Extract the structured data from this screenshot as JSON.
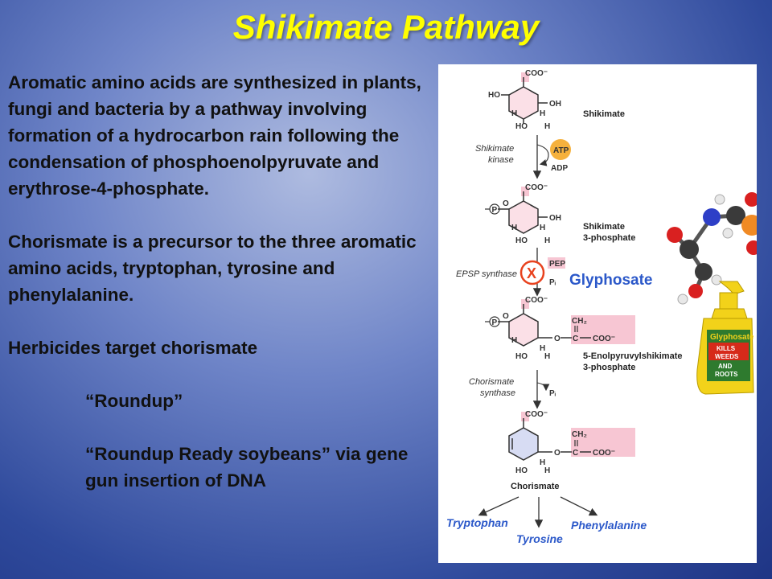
{
  "title": "Shikimate Pathway",
  "paragraphs": {
    "p1": "Aromatic amino acids are synthesized in plants, fungi and bacteria by a pathway involving formation of a hydrocarbon rain following the condensation of phosphoenolpyruvate and erythrose-4-phosphate.",
    "p2": "Chorismate is a precursor to the three aromatic amino acids, tryptophan, tyrosine and phenylalanine.",
    "p3": "Herbicides target chorismate",
    "p4": "“Roundup”",
    "p5": "“Roundup Ready soybeans” via gene gun insertion of DNA"
  },
  "diagram": {
    "groups": {
      "coo": "COO⁻",
      "ho": "HO",
      "oh": "OH",
      "h": "H",
      "p": "P",
      "o": "O",
      "c": "C",
      "ch2": "CH₂"
    },
    "compounds": {
      "shikimate": "Shikimate",
      "s3p_1": "Shikimate",
      "s3p_2": "3-phosphate",
      "epsp_1": "5-Enolpyruvylshikimate",
      "epsp_2": "3-phosphate",
      "chorismate": "Chorismate"
    },
    "enzymes": {
      "kinase_1": "Shikimate",
      "kinase_2": "kinase",
      "epsp_synthase": "EPSP synthase",
      "chor_1": "Chorismate",
      "chor_2": "synthase"
    },
    "cofactors": {
      "atp": "ATP",
      "adp": "ADP",
      "pep": "PEP",
      "pi": "Pᵢ",
      "inhibit": "X"
    },
    "inhibitor": "Glyphosate",
    "products": [
      "Tryptophan",
      "Tyrosine",
      "Phenylalanine"
    ],
    "bottle": {
      "brand": "Glyphosate",
      "tag1": "KILLS",
      "tag2": "WEEDS",
      "tag3": "AND",
      "tag4": "ROOTS"
    }
  },
  "colors": {
    "title": "#ffff00",
    "highlight": "#f7c6d3",
    "atp": "#f5b13d",
    "inhibit": "#e8421e",
    "product": "#2b58c9",
    "bottle": "#f2d21a"
  }
}
